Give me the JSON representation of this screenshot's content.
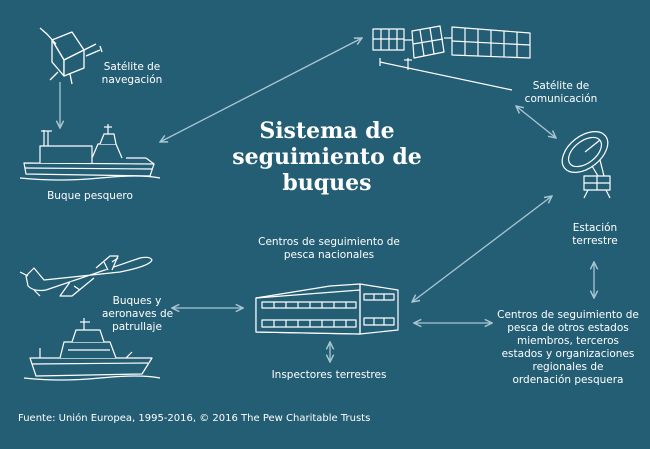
{
  "title": {
    "line1": "Sistema de",
    "line2": "seguimiento de",
    "line3": "buques"
  },
  "nodes": {
    "nav_satellite": {
      "line1": "Satélite de",
      "line2": "navegación"
    },
    "comm_satellite": {
      "line1": "Satélite de",
      "line2": "comunicación"
    },
    "fishing_vessel": {
      "line1": "Buque pesquero"
    },
    "ground_station": {
      "line1": "Estación",
      "line2": "terrestre"
    },
    "national_centres": {
      "line1": "Centros de seguimiento de",
      "line2": "pesca nacionales"
    },
    "patrol": {
      "line1": "Buques y",
      "line2": "aeronaves de",
      "line3": "patrullaje"
    },
    "inspectors": {
      "line1": "Inspectores terrestres"
    },
    "other_centres": {
      "line1": "Centros de seguimiento de",
      "line2": "pesca de otros estados",
      "line3": "miembros, terceros",
      "line4": "estados y organizaciones",
      "line5": "regionales de",
      "line6": "ordenación pesquera"
    }
  },
  "source": "Fuente: Unión Europea, 1995-2016, © 2016 The Pew Charitable Trusts",
  "colors": {
    "background": "#245e75",
    "line": "#ffffff",
    "arrow": "#a9c6d3"
  }
}
